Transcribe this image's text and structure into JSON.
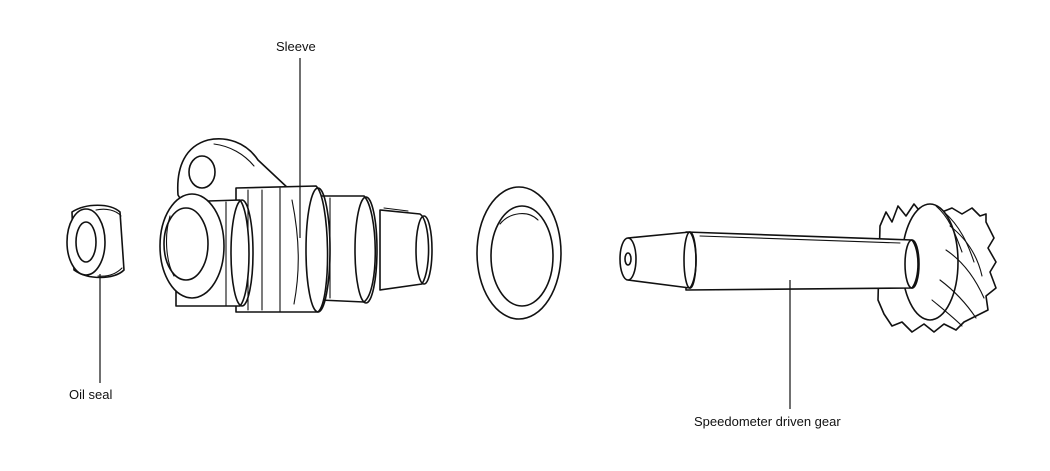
{
  "labels": {
    "sleeve": "Sleeve",
    "oil_seal": "Oil seal",
    "gear": "Speedometer driven gear"
  },
  "colors": {
    "line": "#111111",
    "background": "#ffffff"
  }
}
